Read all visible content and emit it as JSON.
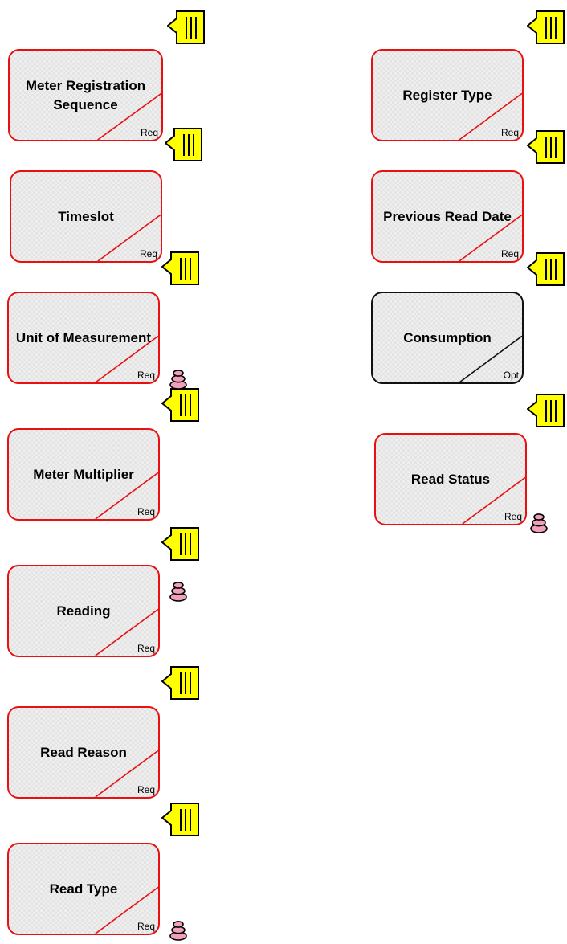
{
  "entities": [
    {
      "id": "meter-registration-sequence",
      "label": "Meter Registration Sequence",
      "tag": "Req",
      "optional": false
    },
    {
      "id": "timeslot",
      "label": "Timeslot",
      "tag": "Req",
      "optional": false
    },
    {
      "id": "unit-of-measurement",
      "label": "Unit of Measurement",
      "tag": "Req",
      "optional": false
    },
    {
      "id": "meter-multiplier",
      "label": "Meter Multiplier",
      "tag": "Req",
      "optional": false
    },
    {
      "id": "reading",
      "label": "Reading",
      "tag": "Req",
      "optional": false
    },
    {
      "id": "read-reason",
      "label": "Read Reason",
      "tag": "Req",
      "optional": false
    },
    {
      "id": "read-type",
      "label": "Read Type",
      "tag": "Req",
      "optional": false
    },
    {
      "id": "register-type",
      "label": "Register Type",
      "tag": "Req",
      "optional": false
    },
    {
      "id": "previous-read-date",
      "label": "Previous Read Date",
      "tag": "Req",
      "optional": false
    },
    {
      "id": "consumption",
      "label": "Consumption",
      "tag": "Opt",
      "optional": true
    },
    {
      "id": "read-status",
      "label": "Read Status",
      "tag": "Req",
      "optional": false
    }
  ],
  "icons": {
    "note": "note-icon",
    "stack": "stacked-coins-icon"
  },
  "colors": {
    "required_border": "#e81010",
    "optional_border": "#111111",
    "note_fill": "#ffff00",
    "stack_fill": "#f0a0b8"
  }
}
